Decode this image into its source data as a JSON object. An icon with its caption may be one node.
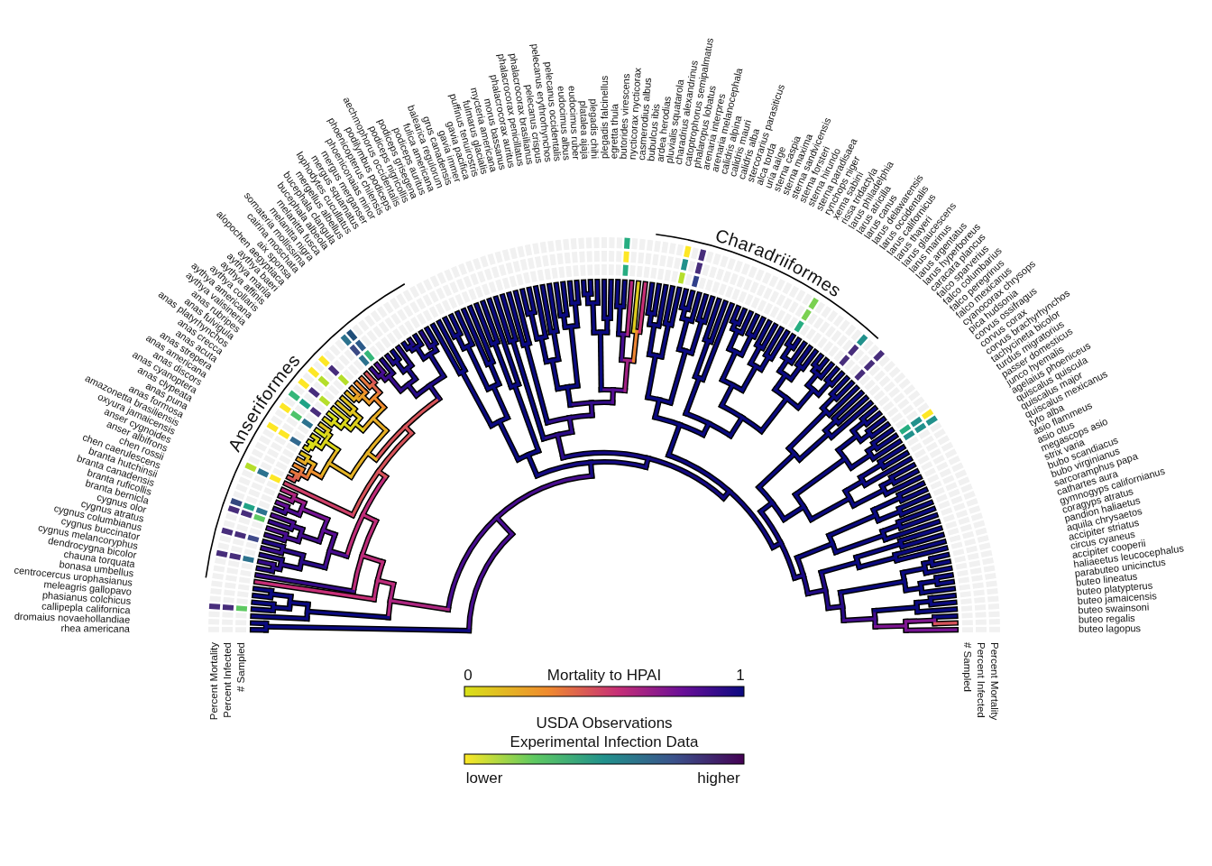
{
  "diagram": {
    "labels": [
      "rhea americana",
      "dromaius novaehollandiae",
      "callipepla californica",
      "phasianus colchicus",
      "meleagris gallopavo",
      "centrocercus urophasianus",
      "bonasa umbellus",
      "chauna torquata",
      "dendrocygna bicolor",
      "cygnus melancoryphus",
      "cygnus buccinator",
      "cygnus columbianus",
      "cygnus atratus",
      "cygnus olor",
      "branta bernicla",
      "branta ruficollis",
      "branta canadensis",
      "branta hutchinsii",
      "chen caerulescens",
      "chen rossii",
      "anser albifrons",
      "anser cygnoides",
      "oxyura jamaicensis",
      "amazonetta brasiliensis",
      "anas formosa",
      "anas puna",
      "anas clypeata",
      "anas cyanoptera",
      "anas discors",
      "anas americana",
      "anas strepera",
      "anas acuta",
      "anas crecca",
      "anas platyrhynchos",
      "anas fulvigula",
      "anas rubripes",
      "aythya valisineria",
      "aythya americana",
      "aythya collaris",
      "aythya affinis",
      "aythya marila",
      "aythya baeri",
      "alopochen aegyptiaca",
      "aix sponsa",
      "cairina moschata",
      "somateria mollissima",
      "melanitta nigra",
      "melanitta fusca",
      "bucephala albeola",
      "bucephala clangula",
      "mergellus albellus",
      "lophodytes cucullatus",
      "mergus squamatus",
      "mergus merganser",
      "phoeniconaias minor",
      "phoenicopterus chilensis",
      "podilymbus podiceps",
      "aechmophorus occidentalis",
      "podiceps nigricollis",
      "podiceps grisegena",
      "podiceps auritus",
      "fulica americana",
      "balearica regulorum",
      "grus canadensis",
      "gavia immer",
      "gavia pacifica",
      "puffinus tenuirostris",
      "fulmarus glacialis",
      "mycteria americana",
      "morus bassanus",
      "phalacrocorax auritus",
      "phalacrocorax penicillatus",
      "phalacrocorax brasilianus",
      "pelecanus crispus",
      "pelecanus erythrorhynchos",
      "pelecanus occidentalis",
      "eudocimus albus",
      "eudocimus ruber",
      "platalea ajaja",
      "plegadis chihi",
      "plegadis falcinellus",
      "egretta thula",
      "butorides virescens",
      "nycticorax nycticorax",
      "casmerodius albus",
      "bubulcus ibis",
      "ardea herodias",
      "pluvialis squatarola",
      "charadrius alexandrinus",
      "catoptrophorus semipalmatus",
      "phalaropus lobatus",
      "arenaria interpres",
      "arenaria melanocephala",
      "calidris alpina",
      "calidris mauri",
      "calidris alba",
      "stercorarius parasiticus",
      "alca torda",
      "uria aalge",
      "sterna caspia",
      "sterna maxima",
      "sterna sandvicensis",
      "sterna forsteri",
      "sterna hirundo",
      "sterna paradisaea",
      "rynchops niger",
      "xema sabini",
      "rissa tridactyla",
      "larus philadelphia",
      "larus atricilla",
      "larus canus",
      "larus delawarensis",
      "larus occidentalis",
      "larus californicus",
      "larus thayeri",
      "larus glaucescens",
      "larus marinus",
      "larus argentatus",
      "larus hyperboreus",
      "caracara plancus",
      "falco sparverius",
      "falco columbarius",
      "falco peregrinus",
      "falco mexicanus",
      "cyanocorax chrysops",
      "pica hudsonia",
      "corvus ossifragus",
      "corvus corax",
      "corvus brachyrhynchos",
      "tachycineta bicolor",
      "turdus migratorius",
      "passer domesticus",
      "junco hyemalis",
      "agelaius phoeniceus",
      "quiscalus quiscula",
      "quiscalus major",
      "quiscalus mexicanus",
      "tyto alba",
      "asio flammeus",
      "asio otus",
      "megascops asio",
      "strix varia",
      "bubo scandiacus",
      "bubo virginianus",
      "sarcoramphus papa",
      "cathartes aura",
      "gymnogyps californianus",
      "coragyps atratus",
      "pandion haliaetus",
      "aquila chrysaetos",
      "accipiter striatus",
      "circus cyaneus",
      "accipiter cooperii",
      "haliaeetus leucocephalus",
      "parabuteo unicinctus",
      "buteo lineatus",
      "buteo platypterus",
      "buteo jamaicensis",
      "buteo swainsoni",
      "buteo regalis",
      "buteo lagopus",
      "Anseriformes",
      "Charadriiformes",
      "Percent Mortality",
      "Percent Infected",
      "# Sampled",
      "# Sampled",
      "Percent Infected",
      "Percent Mortality",
      "0",
      "1",
      "lower",
      "higher"
    ],
    "legend": [
      {
        "text": "Mortality to HPAI"
      },
      {
        "text": "USDA Observations"
      },
      {
        "text": "Experimental Infection Data"
      }
    ]
  }
}
